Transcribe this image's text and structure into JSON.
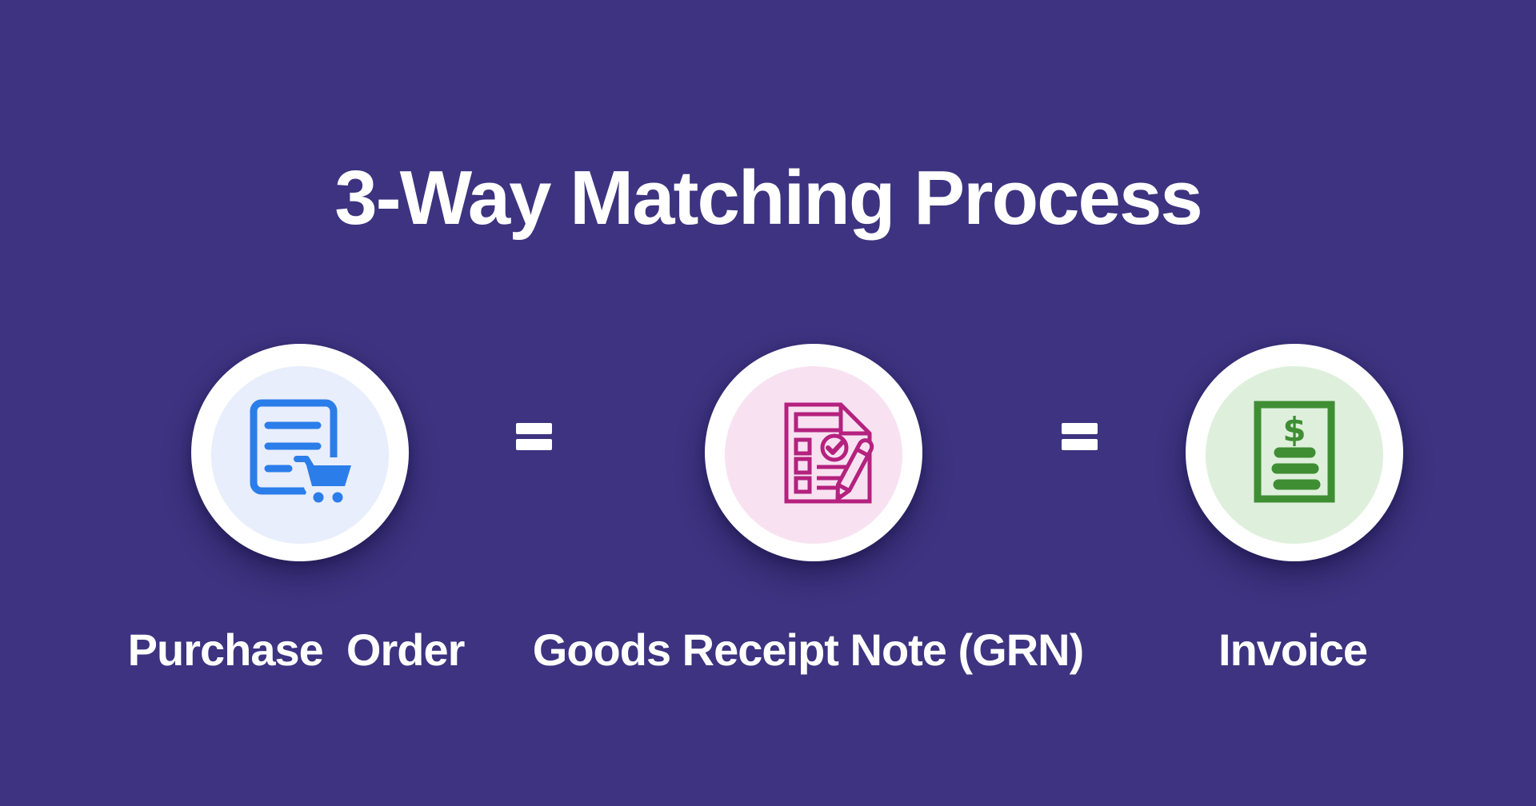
{
  "title": "3-Way Matching Process",
  "colors": {
    "background": "#3d3380",
    "ring": "#ffffff",
    "text": "#ffffff",
    "purchase_order_fill": "#e8eefb",
    "purchase_order_icon": "#2b7de9",
    "grn_fill": "#f8e2f1",
    "grn_icon": "#b5217e",
    "invoice_fill": "#def0dc",
    "invoice_icon": "#3f8e33"
  },
  "steps": [
    {
      "id": "purchase-order",
      "label": "Purchase  Order",
      "icon": "purchase-order-document-cart-icon"
    },
    {
      "id": "goods-receipt-note",
      "label": "Goods Receipt Note (GRN)",
      "icon": "grn-checklist-pencil-icon"
    },
    {
      "id": "invoice",
      "label": "Invoice",
      "icon": "invoice-dollar-document-icon"
    }
  ],
  "connectors": [
    {
      "symbol": "="
    },
    {
      "symbol": "="
    }
  ]
}
